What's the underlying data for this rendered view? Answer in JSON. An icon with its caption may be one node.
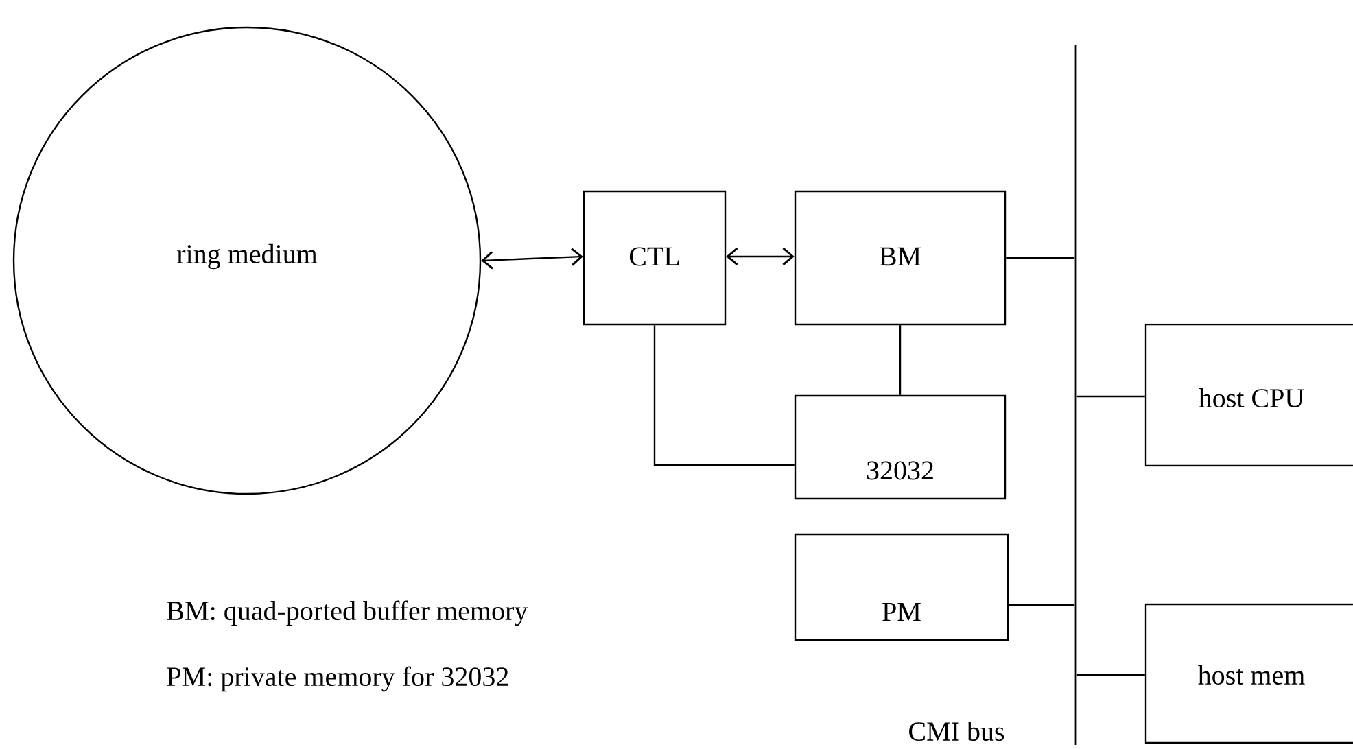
{
  "diagram": {
    "nodes": [
      {
        "text": [
          "ring medium"
        ]
      },
      {
        "text": [
          "CTL"
        ]
      },
      {
        "text": [
          "BM"
        ]
      },
      {
        "text": [
          "32032"
        ]
      },
      {
        "text": [
          "PM"
        ]
      },
      {
        "text": [],
        "shape": "bar",
        "beside": [
          "CMI bus"
        ]
      },
      {
        "text": [
          "host CPU"
        ]
      },
      {
        "text": [
          "host mem"
        ]
      }
    ],
    "edges": [
      {
        "from": 0,
        "to": 1,
        "arrow": "both"
      },
      {
        "from": 1,
        "to": 2,
        "arrow": "both"
      },
      {
        "from": 2,
        "to": 3,
        "arrow": "none"
      },
      {
        "from": 1,
        "to": 3,
        "arrow": "none"
      },
      {
        "from": 2,
        "to": 5,
        "arrow": "none"
      },
      {
        "from": 4,
        "to": 5,
        "arrow": "none"
      },
      {
        "from": 5,
        "to": 6,
        "arrow": "none"
      },
      {
        "from": 5,
        "to": 7,
        "arrow": "none"
      }
    ],
    "labels": [
      "BM: quad-ported buffer memory",
      "PM: private memory for 32032"
    ]
  }
}
